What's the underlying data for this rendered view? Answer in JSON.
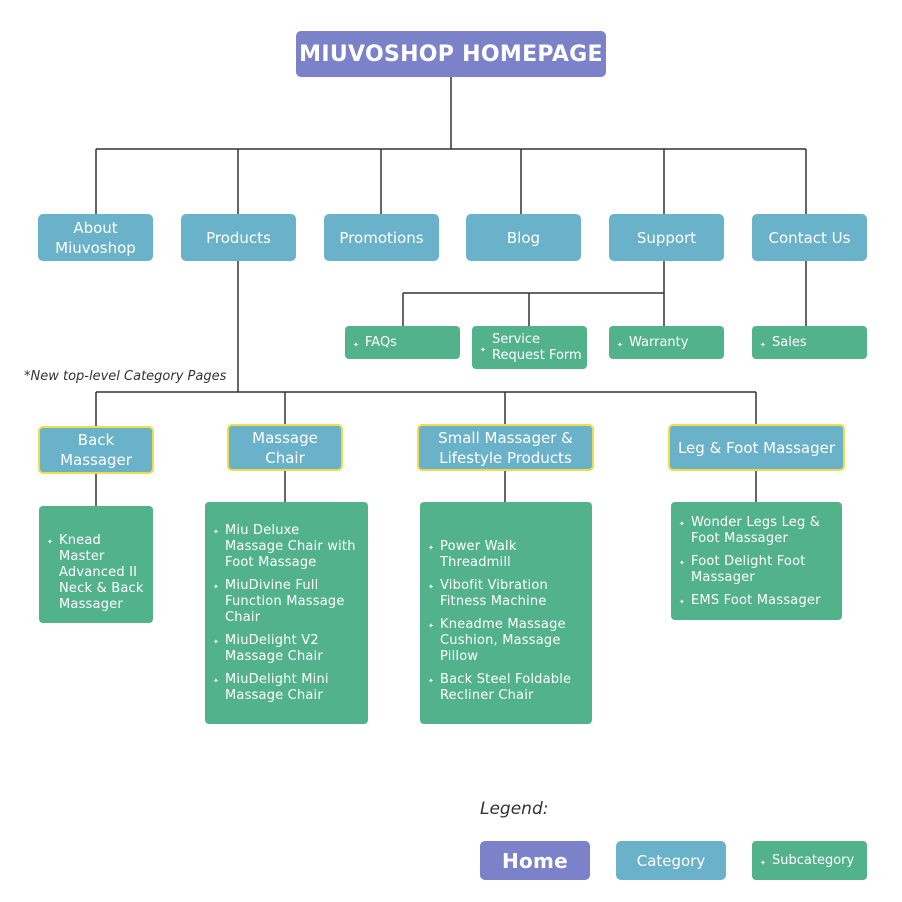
{
  "home": {
    "label": "MIUVOSHOP HOMEPAGE"
  },
  "categories": [
    {
      "label": "About Miuvoshop"
    },
    {
      "label": "Products"
    },
    {
      "label": "Promotions"
    },
    {
      "label": "Blog"
    },
    {
      "label": "Support"
    },
    {
      "label": "Contact Us"
    }
  ],
  "support_subs": [
    {
      "label": "FAQs"
    },
    {
      "label": "Service Request Form"
    },
    {
      "label": "Warranty"
    }
  ],
  "contact_subs": [
    {
      "label": "Sales"
    }
  ],
  "new_category_note": "*New top-level Category Pages",
  "product_categories": [
    {
      "label": "Back Massager",
      "items": [
        "Knead Master Advanced II Neck & Back Massager"
      ]
    },
    {
      "label": "Massage Chair",
      "items": [
        "Miu Deluxe Massage Chair with Foot Massage",
        "MiuDivine Full Function Massage Chair",
        "MiuDelight V2 Massage Chair",
        "MiuDelight Mini Massage Chair"
      ]
    },
    {
      "label": "Small Massager & Lifestyle Products",
      "items": [
        "Power Walk Threadmill",
        "Vibofit Vibration Fitness Machine",
        "Kneadme Massage Cushion, Massage Pillow",
        "Back Steel Foldable Recliner Chair"
      ]
    },
    {
      "label": "Leg & Foot Massager",
      "items": [
        "Wonder Legs Leg & Foot Massager",
        "Foot Delight Foot Massager",
        "EMS Foot Massager"
      ]
    }
  ],
  "legend": {
    "title": "Legend:",
    "home": "Home",
    "category": "Category",
    "subcategory": "Subcategory"
  },
  "colors": {
    "home": "#7b82c9",
    "category": "#6ab2c9",
    "subcategory": "#52b28c",
    "new_category_border": "#f2dc4a",
    "connector": "#333333"
  }
}
